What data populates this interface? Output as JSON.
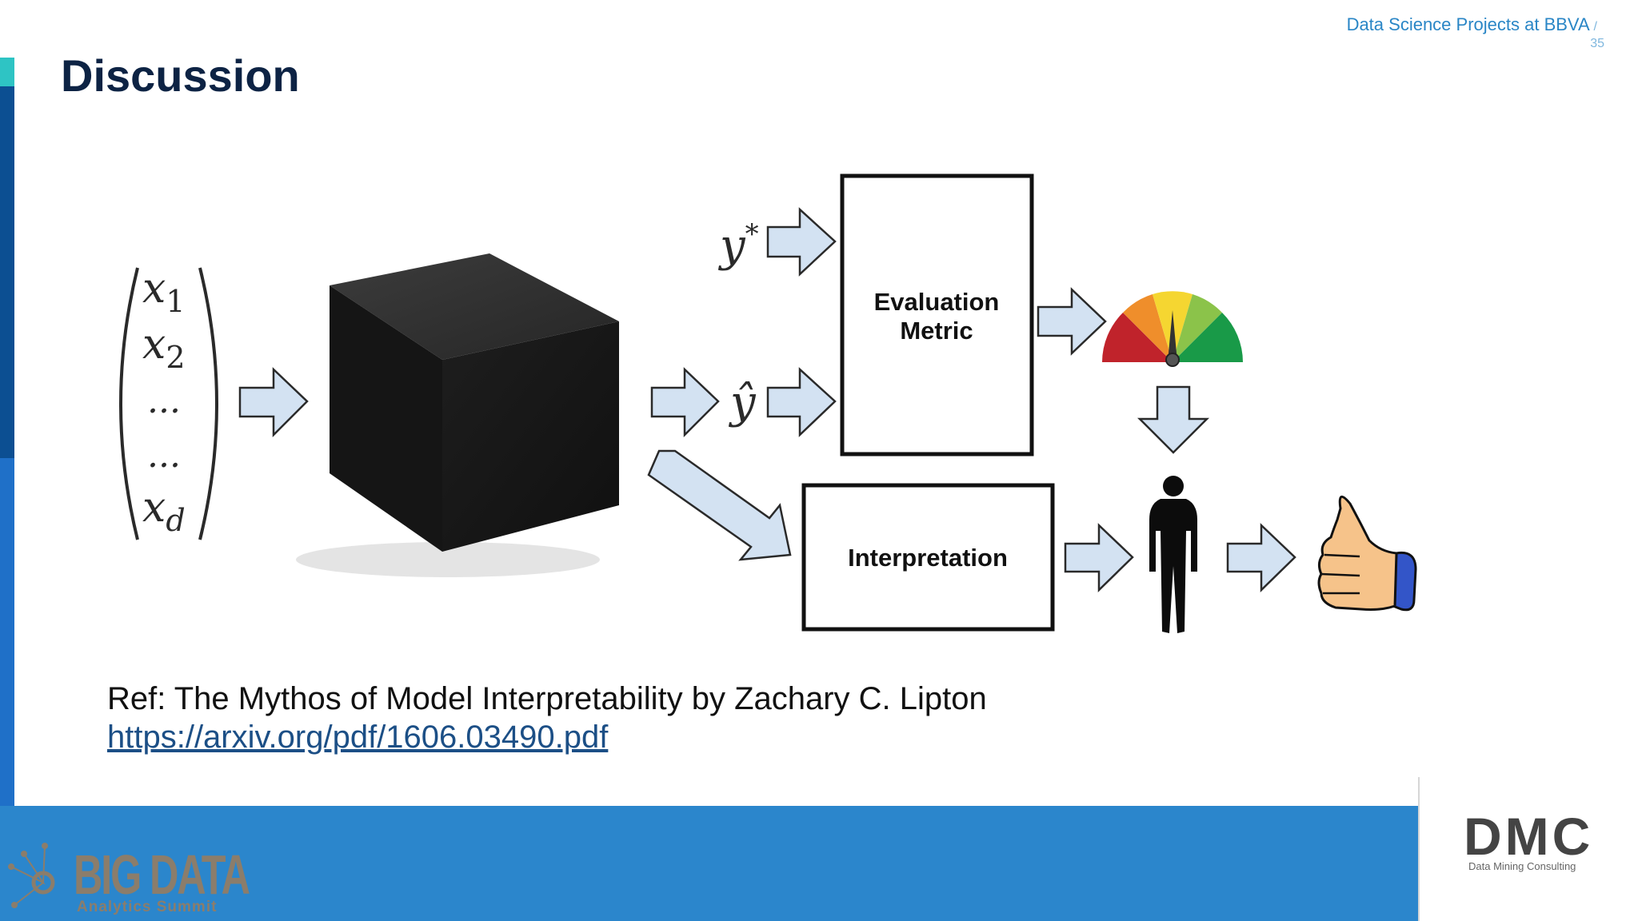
{
  "header": {
    "label": "Data Science Projects at BBVA",
    "separator": "/",
    "page_number": "35"
  },
  "slide": {
    "title": "Discussion"
  },
  "diagram": {
    "input_vector": [
      "x",
      "1",
      "x",
      "2",
      "...",
      "...",
      "x",
      "d"
    ],
    "y_star": "y",
    "y_star_sup": "*",
    "y_hat": "ŷ",
    "evaluation_line1": "Evaluation",
    "evaluation_line2": "Metric",
    "interpretation": "Interpretation",
    "icons": [
      "black-box-cube",
      "gauge-meter",
      "human-figure",
      "thumbs-up"
    ]
  },
  "reference": {
    "text": "Ref: The Mythos of Model Interpretability by Zachary C. Lipton",
    "link": "https://arxiv.org/pdf/1606.03490.pdf"
  },
  "footer": {
    "left_logo_title": "BIG DATA",
    "left_logo_sub": "Analytics Summit",
    "right_logo_mark": "DMC",
    "right_logo_sub": "Data Mining Consulting"
  },
  "colors": {
    "title": "#0d2344",
    "accent_teal": "#2ec4c4",
    "sidebar_dark": "#0c4f92",
    "footer_blue": "#2b86cc",
    "arrow_fill": "#d3e2f2",
    "link": "#1c4f86"
  }
}
